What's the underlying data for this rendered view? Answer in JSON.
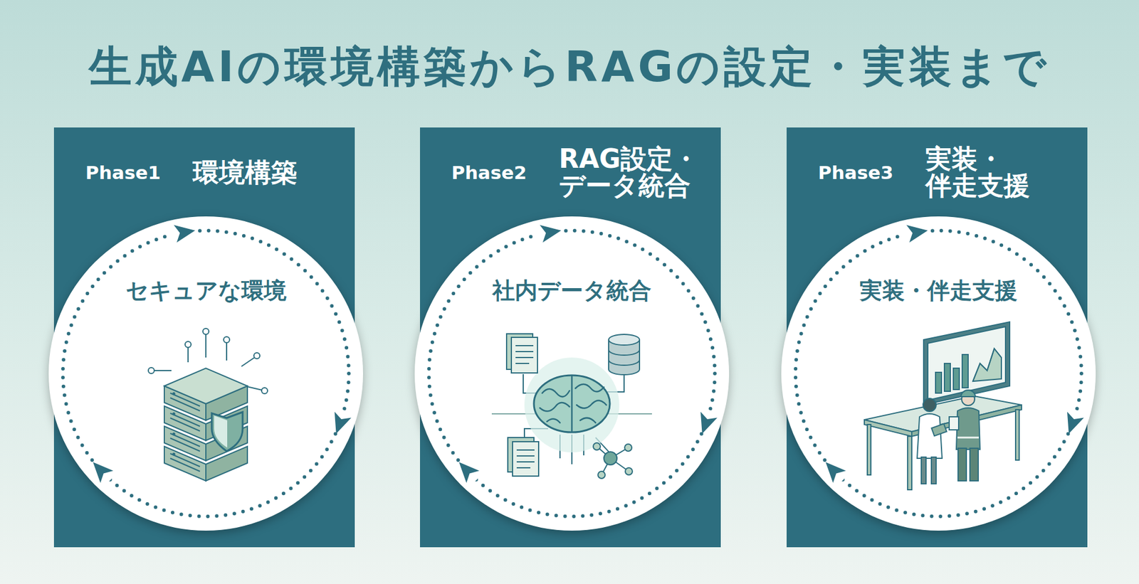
{
  "diagram": {
    "title": "生成AIの環境構築からRAGの設定・実装まで",
    "nodes": [
      {
        "text": [
          "Phase1",
          "環境構築"
        ]
      },
      {
        "text": [
          "セキュアな環境"
        ],
        "in": 0
      },
      {
        "text": [
          "Phase2",
          "RAG設定・ データ統合"
        ]
      },
      {
        "text": [
          "社内データ統合"
        ],
        "in": 2
      },
      {
        "text": [
          "Phase3",
          "実装・ 伴走支援"
        ]
      },
      {
        "text": [
          "実装・伴走支援"
        ],
        "in": 4
      }
    ]
  }
}
